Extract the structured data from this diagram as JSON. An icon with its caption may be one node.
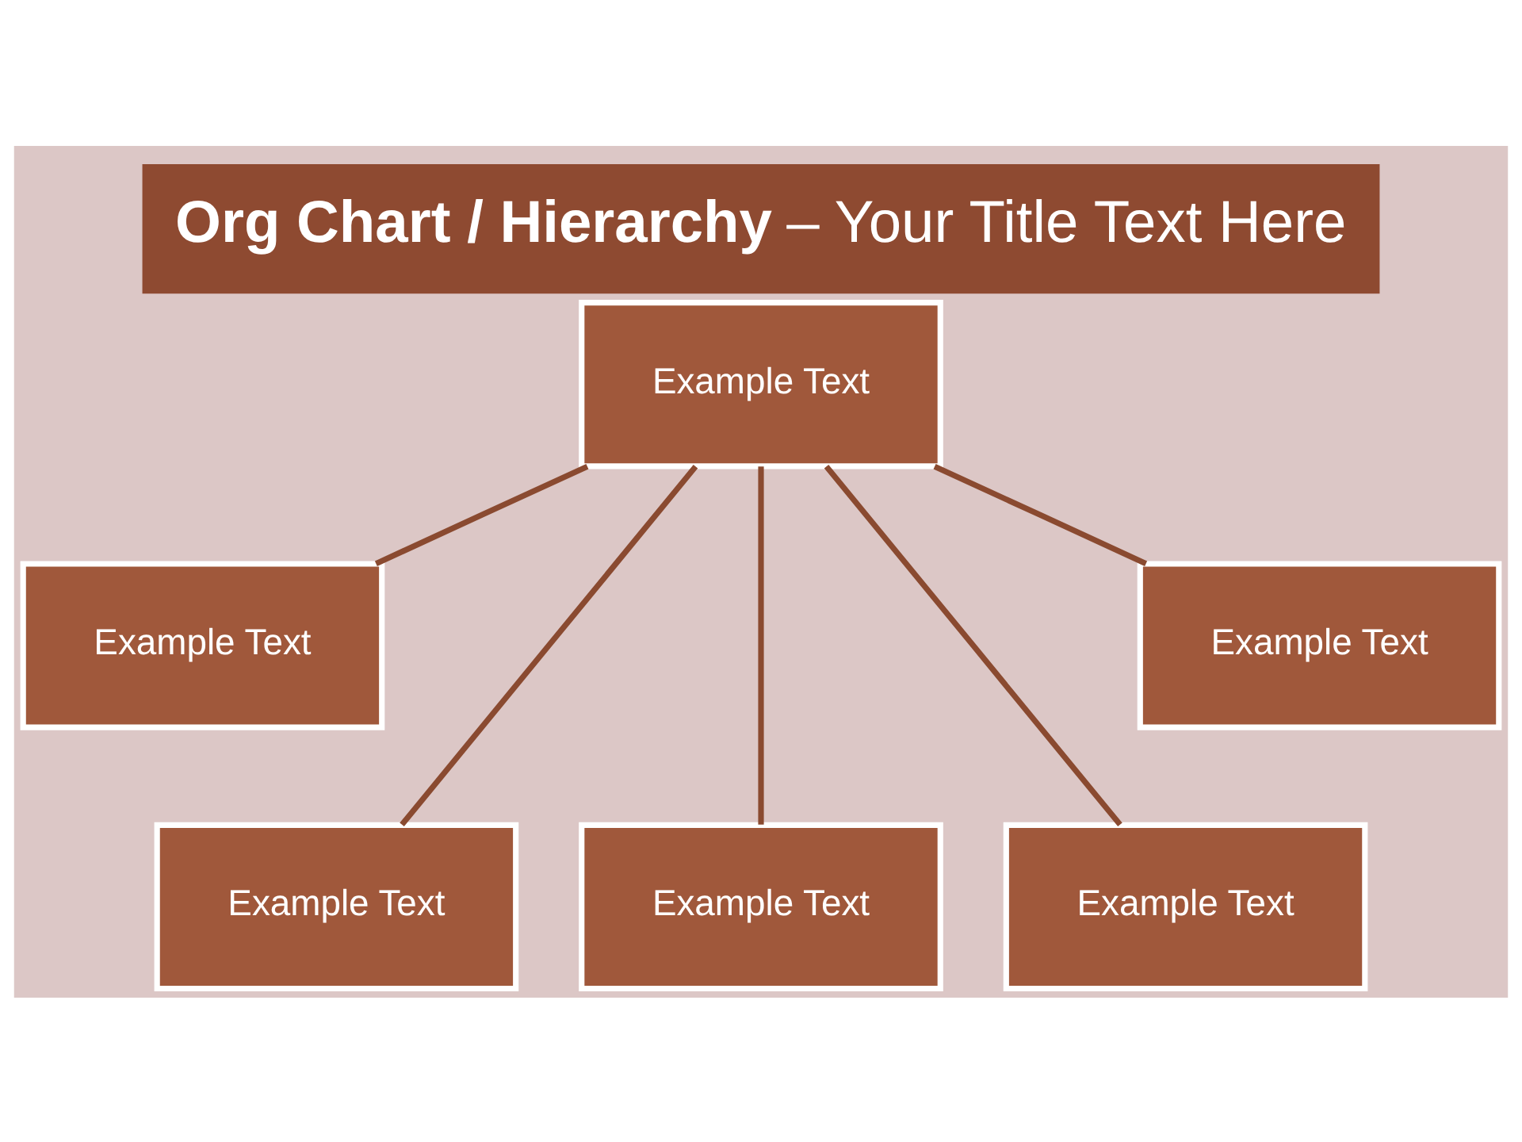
{
  "diagram": {
    "title": "**Org Chart / Hierarchy** – Your Title Text Here",
    "nodes": [
      {
        "text": [
          "Example Text"
        ]
      },
      {
        "text": [
          "Example Text"
        ]
      },
      {
        "text": [
          "Example Text"
        ]
      },
      {
        "text": [
          "Example Text"
        ]
      },
      {
        "text": [
          "Example Text"
        ]
      },
      {
        "text": [
          "Example Text"
        ]
      }
    ],
    "edges": [
      {
        "from": 0,
        "to": 1,
        "arrow": "none"
      },
      {
        "from": 0,
        "to": 3,
        "arrow": "none"
      },
      {
        "from": 0,
        "to": 4,
        "arrow": "none"
      },
      {
        "from": 0,
        "to": 5,
        "arrow": "none"
      },
      {
        "from": 0,
        "to": 2,
        "arrow": "none"
      }
    ]
  }
}
